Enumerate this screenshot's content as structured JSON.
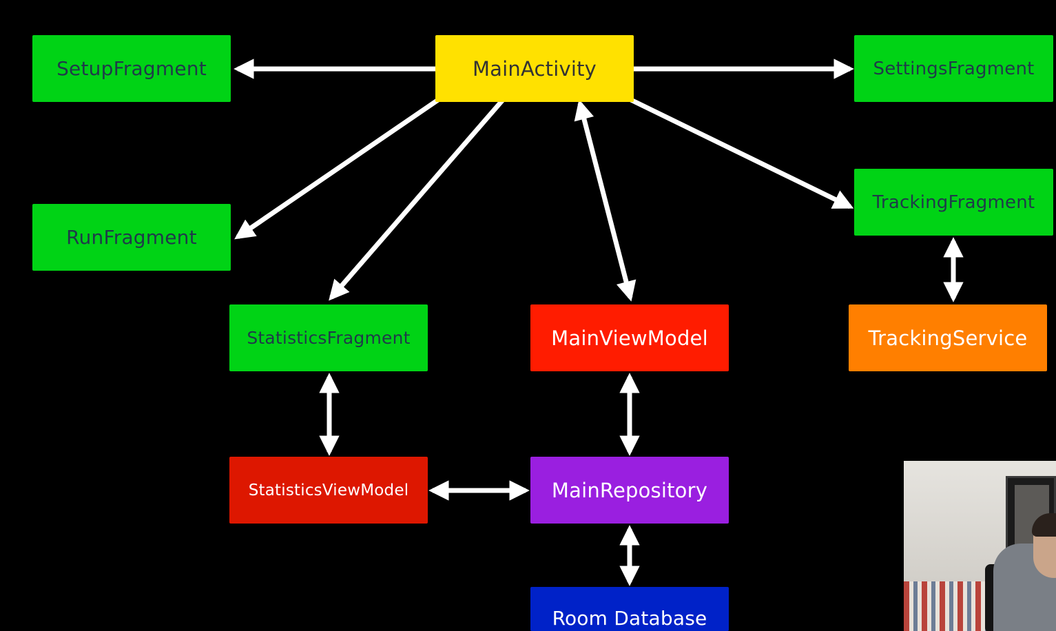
{
  "nodes": {
    "main_activity": {
      "label": "MainActivity",
      "bg": "#ffe100",
      "color": "#333333"
    },
    "setup_fragment": {
      "label": "SetupFragment",
      "bg": "#00d315",
      "color": "#1f3a4a"
    },
    "settings_fragment": {
      "label": "SettingsFragment",
      "bg": "#00d315",
      "color": "#1f3a4a"
    },
    "run_fragment": {
      "label": "RunFragment",
      "bg": "#00d315",
      "color": "#1f3a4a"
    },
    "tracking_fragment": {
      "label": "TrackingFragment",
      "bg": "#00d315",
      "color": "#1f3a4a"
    },
    "statistics_fragment": {
      "label": "StatisticsFragment",
      "bg": "#00d315",
      "color": "#1f3a4a"
    },
    "main_view_model": {
      "label": "MainViewModel",
      "bg": "#ff1c00",
      "color": "#ffffff"
    },
    "tracking_service": {
      "label": "TrackingService",
      "bg": "#ff7f00",
      "color": "#ffffff"
    },
    "statistics_view_model": {
      "label": "StatisticsViewModel",
      "bg": "#dd1700",
      "color": "#ffffff"
    },
    "main_repository": {
      "label": "MainRepository",
      "bg": "#9a1fe0",
      "color": "#ffffff"
    },
    "room_database": {
      "label": "Room Database",
      "bg": "#0022c8",
      "color": "#ffffff"
    }
  },
  "edges": [
    {
      "from": "main_activity",
      "to": "setup_fragment",
      "type": "single"
    },
    {
      "from": "main_activity",
      "to": "settings_fragment",
      "type": "single"
    },
    {
      "from": "main_activity",
      "to": "run_fragment",
      "type": "single"
    },
    {
      "from": "main_activity",
      "to": "statistics_fragment",
      "type": "single"
    },
    {
      "from": "main_activity",
      "to": "main_view_model",
      "type": "double"
    },
    {
      "from": "main_activity",
      "to": "tracking_fragment",
      "type": "single"
    },
    {
      "from": "tracking_fragment",
      "to": "tracking_service",
      "type": "double"
    },
    {
      "from": "statistics_fragment",
      "to": "statistics_view_model",
      "type": "double"
    },
    {
      "from": "main_view_model",
      "to": "main_repository",
      "type": "double"
    },
    {
      "from": "statistics_view_model",
      "to": "main_repository",
      "type": "double"
    },
    {
      "from": "main_repository",
      "to": "room_database",
      "type": "double"
    }
  ],
  "colors": {
    "arrow": "#ffffff",
    "background": "#000000"
  }
}
